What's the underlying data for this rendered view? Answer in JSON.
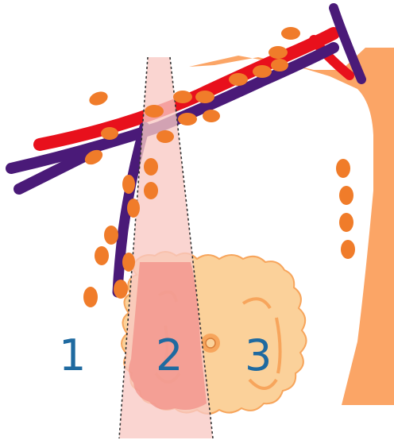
{
  "labels": {
    "region_1": "1",
    "region_2": "2",
    "region_3": "3"
  },
  "colors": {
    "artery": "#e8101c",
    "vein": "#4a1a78",
    "lymph_node": "#f07c2a",
    "breast": "#fbd19a",
    "breast_outline": "#f7a55c",
    "chest_wall": "#fba566",
    "beam": "#f8c9c4",
    "beam_overlap": "#f29088",
    "label_text": "#1f6aa0"
  }
}
